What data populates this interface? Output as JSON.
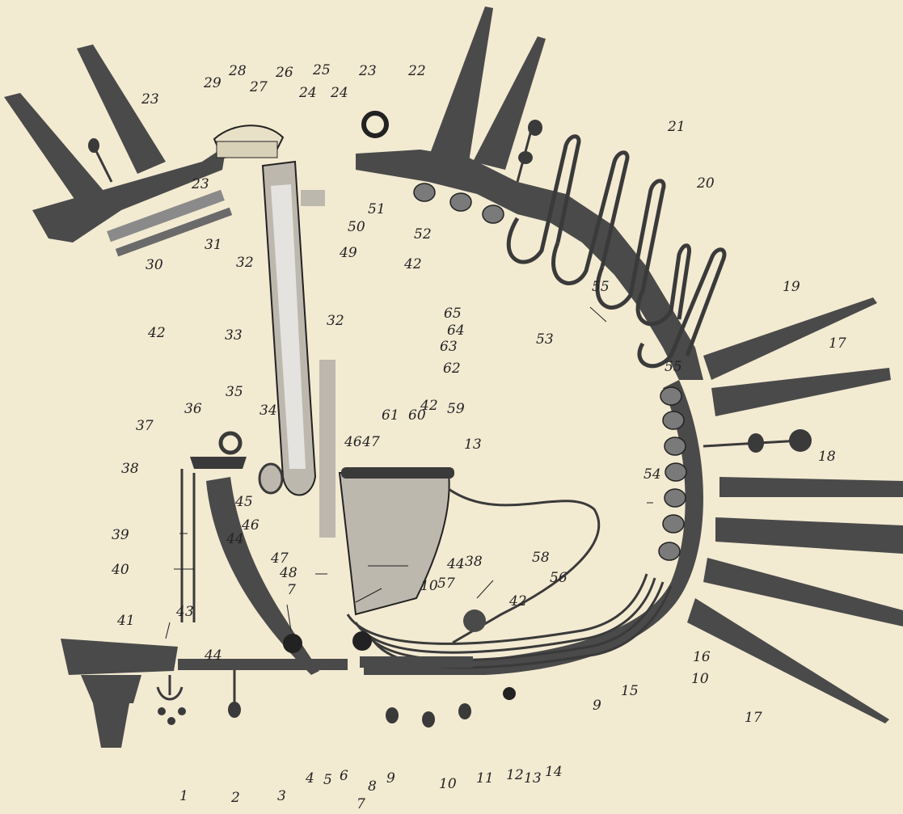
{
  "figure": {
    "labels": [
      "1",
      "2",
      "3",
      "4",
      "5",
      "6",
      "7",
      "8",
      "9",
      "10",
      "11",
      "12",
      "13",
      "14",
      "15",
      "16",
      "17",
      "18",
      "19",
      "20",
      "21",
      "22",
      "23",
      "24",
      "25",
      "26",
      "27",
      "28",
      "29",
      "30",
      "31",
      "32",
      "33",
      "34",
      "35",
      "36",
      "37",
      "38",
      "39",
      "40",
      "41",
      "42",
      "43",
      "44",
      "45",
      "46",
      "47",
      "48",
      "49",
      "50",
      "51",
      "52",
      "53",
      "54",
      "55",
      "56",
      "57",
      "58",
      "59",
      "60",
      "61",
      "62",
      "63",
      "64",
      "65"
    ]
  },
  "colors": {
    "paper": "#f3ead2",
    "ink": "#222222",
    "plate": "#4a4a4a",
    "spine": "#3a3a3a",
    "tissue": "#bdb8ae"
  }
}
